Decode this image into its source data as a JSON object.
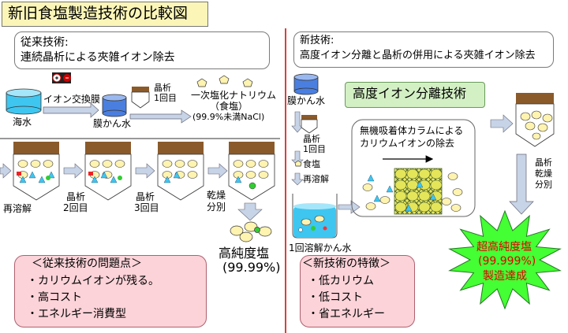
{
  "title": "新旧食塩製造技術の比較図",
  "old": {
    "header_line1": "従来技術:",
    "header_line2": "連続晶析による夾雑イオン除去",
    "seawater": "海水",
    "ion_membrane": "イオン交換膜",
    "brine": "膜かん水",
    "cryst1_line1": "晶析",
    "cryst1_line2": "1回目",
    "primary_salt_line1": "一次塩化ナトリウム",
    "primary_salt_line2": "（食塩）",
    "primary_salt_line3": "(99.9%未満NaCl)",
    "redissolve": "再溶解",
    "cryst2_line1": "晶析",
    "cryst2_line2": "2回目",
    "cryst3_line1": "晶析",
    "cryst3_line2": "3回目",
    "dry_line1": "乾燥",
    "dry_line2": "分別",
    "result_line1": "高純度塩",
    "result_line2": "(99.99%)",
    "problems_title": "＜従来技術の問題点＞",
    "problems": [
      "・カリウムイオンが残る。",
      "・高コスト",
      "・エネルギー消費型"
    ]
  },
  "new": {
    "header_line1": "新技術:",
    "header_line2": "高度イオン分離と晶析の併用による夾雑イオン除去",
    "brine": "膜かん水",
    "cryst_line1": "晶析",
    "cryst_line2": "1回目",
    "salt": "食塩",
    "redissolve": "再溶解",
    "redissolved_brine": "1回溶解かん水",
    "tech_label": "高度イオン分離技術",
    "column_line1": "無機吸着体カラムによる",
    "column_line2": "カリウムイオンの除去",
    "cryst_dry_line1": "晶析",
    "cryst_dry_line2": "乾燥",
    "cryst_dry_line3": "分別",
    "burst_line1": "超高純度塩",
    "burst_line2": "(99.999%)",
    "burst_line3": "製造達成",
    "features_title": "＜新技術の特徴＞",
    "features": [
      "・低カリウム",
      "・低コスト",
      "・省エネルギー"
    ]
  },
  "colors": {
    "title_bg": "#fbf6b8",
    "problem_bg": "#fbd3d8",
    "tech_bg": "#d3f0c4",
    "burst_fill": "#44ff33",
    "burst_text": "#e00000",
    "divider": "#cc0000",
    "water": "#3ec6f0",
    "lid": "#8a5a2b",
    "salt_crystal": "#fff3b0",
    "arrow_fill": "#c7d3e6"
  }
}
